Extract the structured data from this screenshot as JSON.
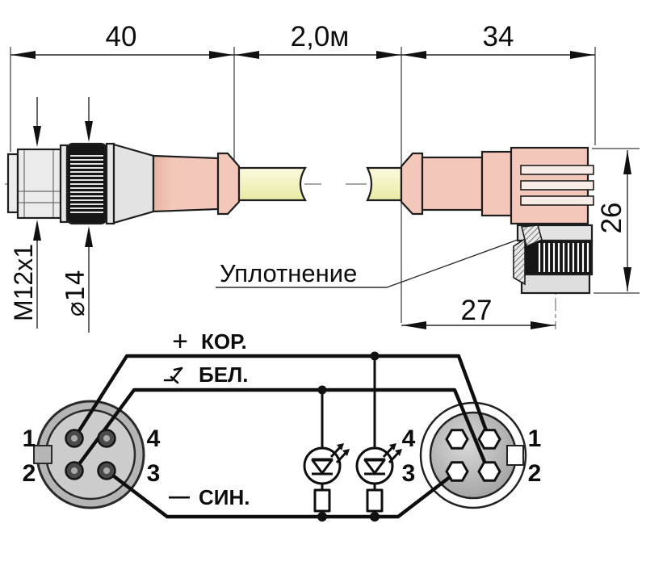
{
  "drawing": {
    "dim_straight_length": "40",
    "dim_cable_length": "2,0м",
    "dim_angled_length": "34",
    "dim_angled_height": "26",
    "dim_angled_offset": "27",
    "thread_label": "M12x1",
    "diameter_label": "⌀14",
    "seal_label": "Уплотнение"
  },
  "wiring": {
    "wire_plus_sign": "+",
    "wire_brown": "КОР.",
    "wire_white": "БЕЛ.",
    "wire_minus_sign": "—",
    "wire_blue": "СИН.",
    "left_pins": {
      "pin1": "1",
      "pin2": "2",
      "pin3": "3",
      "pin4": "4"
    },
    "right_pins": {
      "pin1": "1",
      "pin2": "2",
      "pin3": "3",
      "pin4": "4"
    }
  },
  "colors": {
    "boot_pink": "#f3c8ba",
    "cable_yellow": "#f2f2b8",
    "body_gray": "#e5e5e5",
    "knurl_black": "#161616",
    "line_black": "#111111"
  }
}
